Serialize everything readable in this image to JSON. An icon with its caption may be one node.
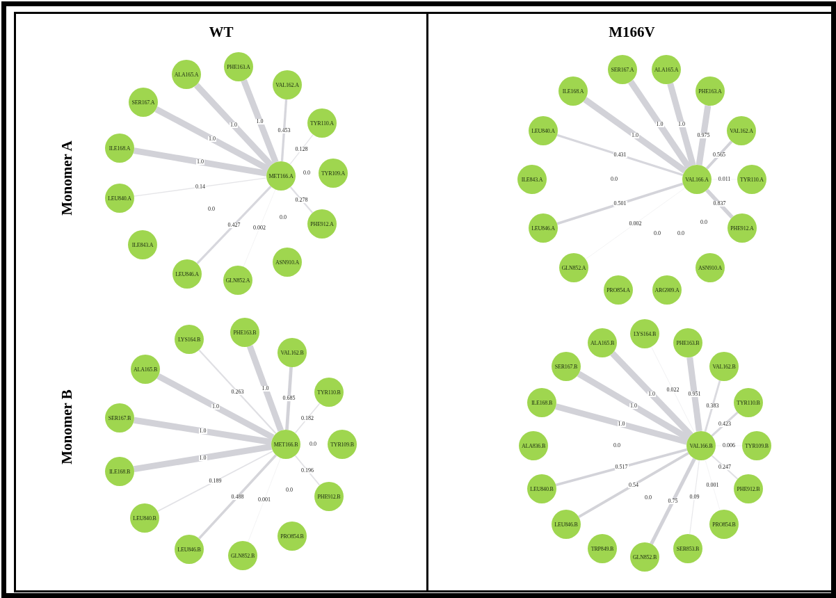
{
  "diagram": {
    "nodes": [
      {
        "text": [
          "WT"
        ]
      },
      {
        "text": [
          "ALA165.A"
        ],
        "in": 0
      },
      {
        "text": [
          "PHE163.A"
        ],
        "in": 0
      },
      {
        "text": [
          "VAL162.A"
        ],
        "in": 0
      },
      {
        "text": [
          "SER167.A"
        ],
        "in": 0
      },
      {
        "text": [
          "TYR110.A"
        ],
        "in": 0
      },
      {
        "text": [
          "ILE168.A"
        ],
        "in": 0
      },
      {
        "text": [
          "MET166.A"
        ],
        "in": 0
      },
      {
        "text": [
          "TYR109.A"
        ],
        "in": 0
      },
      {
        "text": [
          "LEU840.A"
        ],
        "in": 0
      },
      {
        "text": [
          "PHE912.A"
        ],
        "in": 0
      },
      {
        "text": [
          "ILE843.A"
        ],
        "in": 0
      },
      {
        "text": [
          "ASN910.A"
        ],
        "in": 0
      },
      {
        "text": [
          "LEU846.A"
        ],
        "in": 0
      },
      {
        "text": [
          "GLN852.A"
        ],
        "in": 0
      },
      {
        "text": [
          "PHE163.B"
        ],
        "in": 0
      },
      {
        "text": [
          "LYS164.B"
        ],
        "in": 0
      },
      {
        "text": [
          "VAL162.B"
        ],
        "in": 0
      },
      {
        "text": [
          "ALA165.B"
        ],
        "in": 0
      },
      {
        "text": [
          "TYR110.B"
        ],
        "in": 0
      },
      {
        "text": [
          "SER167.B"
        ],
        "in": 0
      },
      {
        "text": [
          "MET166.B"
        ],
        "in": 0
      },
      {
        "text": [
          "TYR109.B"
        ],
        "in": 0
      },
      {
        "text": [
          "ILE168.B"
        ],
        "in": 0
      },
      {
        "text": [
          "PHE912.B"
        ],
        "in": 0
      },
      {
        "text": [
          "LEU840.B"
        ],
        "in": 0
      },
      {
        "text": [
          "PRO854.B"
        ],
        "in": 0
      },
      {
        "text": [
          "LEU846.B"
        ],
        "in": 0
      },
      {
        "text": [
          "GLN852.B"
        ],
        "in": 0
      },
      {
        "text": [
          "M166V"
        ]
      },
      {
        "text": [
          "SER167.A"
        ],
        "in": 29
      },
      {
        "text": [
          "ALA165.A"
        ],
        "in": 29
      },
      {
        "text": [
          "ILE168.A"
        ],
        "in": 29
      },
      {
        "text": [
          "PHE163.A"
        ],
        "in": 29
      },
      {
        "text": [
          "LEU840.A"
        ],
        "in": 29
      },
      {
        "text": [
          "VAL162.A"
        ],
        "in": 29
      },
      {
        "text": [
          "ILE843.A"
        ],
        "in": 29
      },
      {
        "text": [
          "VAL166.A"
        ],
        "in": 29
      },
      {
        "text": [
          "TYR110.A"
        ],
        "in": 29
      },
      {
        "text": [
          "LEU846.A"
        ],
        "in": 29
      },
      {
        "text": [
          "PHE912.A"
        ],
        "in": 29
      },
      {
        "text": [
          "GLN852.A"
        ],
        "in": 29
      },
      {
        "text": [
          "ASN910.A"
        ],
        "in": 29
      },
      {
        "text": [
          "PRO854.A"
        ],
        "in": 29
      },
      {
        "text": [
          "ARG909.A"
        ],
        "in": 29
      },
      {
        "text": [
          "LYS164.B"
        ],
        "in": 29
      },
      {
        "text": [
          "ALA165.B"
        ],
        "in": 29
      },
      {
        "text": [
          "PHE163.B"
        ],
        "in": 29
      },
      {
        "text": [
          "SER167.B"
        ],
        "in": 29
      },
      {
        "text": [
          "VAL162.B"
        ],
        "in": 29
      },
      {
        "text": [
          "ILE168.B"
        ],
        "in": 29
      },
      {
        "text": [
          "TYR110.B"
        ],
        "in": 29
      },
      {
        "text": [
          "ALA836.B"
        ],
        "in": 29
      },
      {
        "text": [
          "VAL166.B"
        ],
        "in": 29
      },
      {
        "text": [
          "TYR109.B"
        ],
        "in": 29
      },
      {
        "text": [
          "LEU840.B"
        ],
        "in": 29
      },
      {
        "text": [
          "PHE912.B"
        ],
        "in": 29
      },
      {
        "text": [
          "LEU846.B"
        ],
        "in": 29
      },
      {
        "text": [
          "PRO854.B"
        ],
        "in": 29
      },
      {
        "text": [
          "TRP849.B"
        ],
        "in": 29
      },
      {
        "text": [
          "SER853.B"
        ],
        "in": 29
      },
      {
        "text": [
          "GLN852.B"
        ],
        "in": 29
      }
    ],
    "edges": [
      {
        "from": 7,
        "to": 1,
        "arrow": "none",
        "label": "1.0",
        "style": "thick"
      },
      {
        "from": 7,
        "to": 2,
        "arrow": "none",
        "label": "1.0",
        "style": "thick"
      },
      {
        "from": 7,
        "to": 3,
        "arrow": "none",
        "label": "0.453"
      },
      {
        "from": 7,
        "to": 4,
        "arrow": "none",
        "label": "1.0",
        "style": "thick"
      },
      {
        "from": 7,
        "to": 5,
        "arrow": "none",
        "label": "0.128"
      },
      {
        "from": 7,
        "to": 6,
        "arrow": "none",
        "label": "1.0",
        "style": "thick"
      },
      {
        "from": 7,
        "to": 9,
        "arrow": "none",
        "label": "0.14"
      },
      {
        "from": 7,
        "to": 10,
        "arrow": "none",
        "label": "0.278"
      },
      {
        "from": 7,
        "to": 13,
        "arrow": "none",
        "label": "0.427"
      },
      {
        "from": 7,
        "to": 14,
        "arrow": "none",
        "label": "0.002"
      },
      {
        "from": 21,
        "to": 16,
        "arrow": "none",
        "label": "0.263"
      },
      {
        "from": 21,
        "to": 15,
        "arrow": "none",
        "label": "1.0",
        "style": "thick"
      },
      {
        "from": 21,
        "to": 17,
        "arrow": "none",
        "label": "0.685"
      },
      {
        "from": 21,
        "to": 18,
        "arrow": "none",
        "label": "1.0",
        "style": "thick"
      },
      {
        "from": 21,
        "to": 19,
        "arrow": "none",
        "label": "0.182"
      },
      {
        "from": 21,
        "to": 20,
        "arrow": "none",
        "label": "1.0",
        "style": "thick"
      },
      {
        "from": 21,
        "to": 23,
        "arrow": "none",
        "label": "1.0",
        "style": "thick"
      },
      {
        "from": 21,
        "to": 24,
        "arrow": "none",
        "label": "0.196"
      },
      {
        "from": 21,
        "to": 25,
        "arrow": "none",
        "label": "0.189"
      },
      {
        "from": 21,
        "to": 27,
        "arrow": "none",
        "label": "0.488"
      },
      {
        "from": 21,
        "to": 28,
        "arrow": "none",
        "label": "0.001"
      },
      {
        "from": 37,
        "to": 30,
        "arrow": "none",
        "label": "1.0",
        "style": "thick"
      },
      {
        "from": 37,
        "to": 31,
        "arrow": "none",
        "label": "1.0",
        "style": "thick"
      },
      {
        "from": 37,
        "to": 32,
        "arrow": "none",
        "label": "1.0",
        "style": "thick"
      },
      {
        "from": 37,
        "to": 33,
        "arrow": "none",
        "label": "0.975",
        "style": "thick"
      },
      {
        "from": 37,
        "to": 34,
        "arrow": "none",
        "label": "0.431"
      },
      {
        "from": 37,
        "to": 35,
        "arrow": "none",
        "label": "0.565"
      },
      {
        "from": 37,
        "to": 38,
        "arrow": "none",
        "label": "0.011"
      },
      {
        "from": 37,
        "to": 39,
        "arrow": "none",
        "label": "0.501"
      },
      {
        "from": 37,
        "to": 40,
        "arrow": "none",
        "label": "0.837"
      },
      {
        "from": 37,
        "to": 41,
        "arrow": "none",
        "label": "0.002"
      },
      {
        "from": 53,
        "to": 45,
        "arrow": "none",
        "label": "0.022"
      },
      {
        "from": 53,
        "to": 46,
        "arrow": "none",
        "label": "1.0",
        "style": "thick"
      },
      {
        "from": 53,
        "to": 47,
        "arrow": "none",
        "label": "0.951",
        "style": "thick"
      },
      {
        "from": 53,
        "to": 48,
        "arrow": "none",
        "label": "1.0",
        "style": "thick"
      },
      {
        "from": 53,
        "to": 49,
        "arrow": "none",
        "label": "0.383"
      },
      {
        "from": 53,
        "to": 50,
        "arrow": "none",
        "label": "1.0",
        "style": "thick"
      },
      {
        "from": 53,
        "to": 51,
        "arrow": "none",
        "label": "0.423"
      },
      {
        "from": 53,
        "to": 54,
        "arrow": "none",
        "label": "0.006"
      },
      {
        "from": 53,
        "to": 55,
        "arrow": "none",
        "label": "0.517"
      },
      {
        "from": 53,
        "to": 56,
        "arrow": "none",
        "label": "0.247"
      },
      {
        "from": 53,
        "to": 57,
        "arrow": "none",
        "label": "0.54"
      },
      {
        "from": 53,
        "to": 58,
        "arrow": "none",
        "label": "0.001"
      },
      {
        "from": 53,
        "to": 60,
        "arrow": "none",
        "label": "0.09"
      },
      {
        "from": 53,
        "to": 61,
        "arrow": "none",
        "label": "0.75"
      }
    ],
    "labels": [
      "Monomer A",
      "Monomer B",
      "0.0",
      "0.0",
      "0.0",
      "0.0",
      "0.0",
      "0.0",
      "0.0",
      "0.0",
      "0.0",
      "0.0",
      "0.0"
    ]
  }
}
